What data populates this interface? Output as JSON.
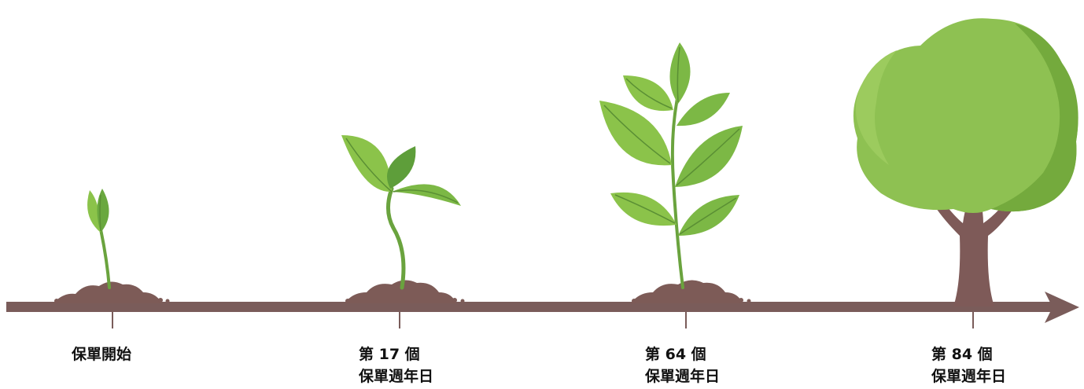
{
  "timeline": {
    "stages": [
      {
        "lines": [
          "保單開始"
        ],
        "plant": "sprout-icon"
      },
      {
        "lines": [
          "第 17 個",
          "保單週年日"
        ],
        "plant": "seedling-icon"
      },
      {
        "lines": [
          "第 64 個",
          "保單週年日"
        ],
        "plant": "young-plant-icon"
      },
      {
        "lines": [
          "第 84 個",
          "保單週年日"
        ],
        "plant": "tree-icon"
      }
    ]
  },
  "colors": {
    "axis": "#7a5c5a",
    "soil": "#7d5b57",
    "leaf_light": "#8bc34a",
    "leaf_dark": "#5e9e3a",
    "stem": "#6aa33e",
    "trunk": "#7e5a58",
    "canopy": "#8ec152",
    "canopy_dark": "#74aa3d"
  }
}
